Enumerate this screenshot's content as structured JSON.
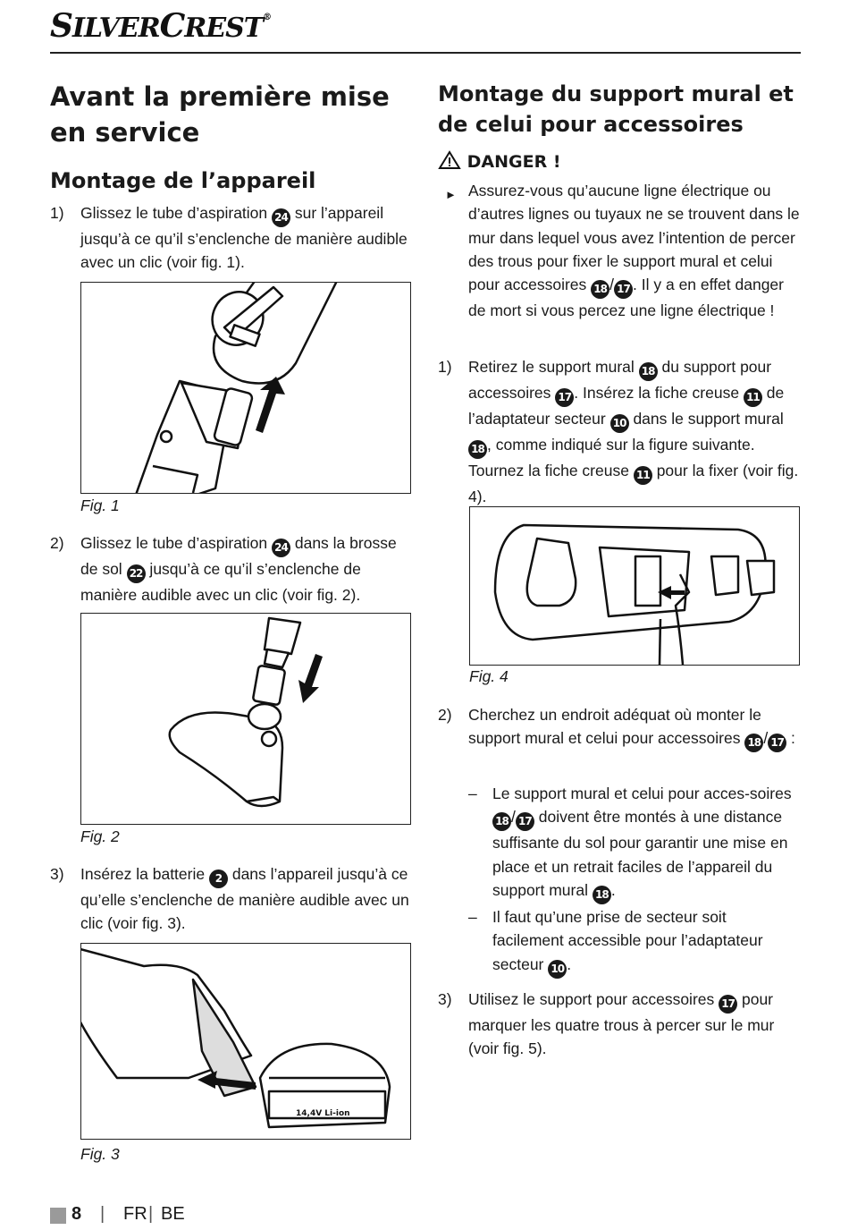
{
  "header": {
    "brand_part1": "S",
    "brand_part1b": "ILVER",
    "brand_part2": "C",
    "brand_part2b": "REST",
    "registered": "®"
  },
  "left": {
    "title": "Avant la première mise en service",
    "section": "Montage de l’appareil",
    "step1": {
      "num": "1)",
      "a": "Glissez le tube d’aspiration ",
      "ref": "24",
      "b": " sur l’appareil jusqu’à ce qu’il s’enclenche de manière audible avec un clic (voir fig. 1)."
    },
    "fig1": "Fig. 1",
    "step2": {
      "num": "2)",
      "a": "Glissez le tube d’aspiration ",
      "ref1": "24",
      "b": " dans la brosse de sol ",
      "ref2": "22",
      "c": " jusqu’à ce qu’il s’enclenche de manière audible avec un clic (voir fig. 2)."
    },
    "fig2": "Fig. 2",
    "step3": {
      "num": "3)",
      "a": "Insérez la batterie ",
      "ref": "2",
      "b": " dans l’appareil jusqu’à ce qu’elle s’enclenche de manière audible avec un clic (voir fig. 3)."
    },
    "fig3": "Fig. 3",
    "battery_label": "14,4V Li-ion"
  },
  "right": {
    "section": "Montage du support mural et de celui pour accessoires",
    "danger": "DANGER !",
    "warning": {
      "a": "Assurez-vous qu’aucune ligne électrique ou d’autres lignes ou tuyaux  ne se trouvent dans le mur dans lequel vous avez l’intention de percer des trous pour fixer le support mural et celui pour accessoires ",
      "ref1": "18",
      "sep": "/",
      "ref2": "17",
      "b": ". Il y a en effet danger de mort si vous percez une ligne électrique !"
    },
    "step1": {
      "num": "1)",
      "a": "Retirez le support mural ",
      "ref1": "18",
      "b": " du support pour accessoires ",
      "ref2": "17",
      "c": ". Insérez la fiche creuse ",
      "ref3": "11",
      "d": " de l’adaptateur secteur ",
      "ref4": "10",
      "e": " dans le support mural ",
      "ref5": "18",
      "f": ", comme indiqué sur la figure suivante. Tournez la fiche creuse ",
      "ref6": "11",
      "g": " pour la fixer (voir fig. 4)."
    },
    "fig4": "Fig. 4",
    "step2": {
      "num": "2)",
      "a": "Cherchez un endroit adéquat où monter le support mural et celui pour accessoires ",
      "ref1": "18",
      "sep": "/",
      "ref2": "17",
      "b": " :"
    },
    "dash1": {
      "a": "Le support mural et celui pour acces-soires ",
      "ref1": "18",
      "sep": "/",
      "ref2": "17",
      "b": " doivent être montés à une distance suffisante du sol pour garantir une mise en place et un retrait faciles de l’appareil du support mural ",
      "ref3": "18",
      "c": "."
    },
    "dash2": {
      "a": "Il faut qu’une prise de secteur soit facilement accessible pour l’adaptateur secteur ",
      "ref": "10",
      "b": "."
    },
    "step3": {
      "num": "3)",
      "a": "Utilisez le support pour accessoires ",
      "ref": "17",
      "b": " pour marquer les quatre trous à percer sur le mur (voir fig. 5)."
    }
  },
  "footer": {
    "page": "8",
    "sep1": "|",
    "lang1": "FR",
    "sep2": "|",
    "lang2": "BE"
  }
}
